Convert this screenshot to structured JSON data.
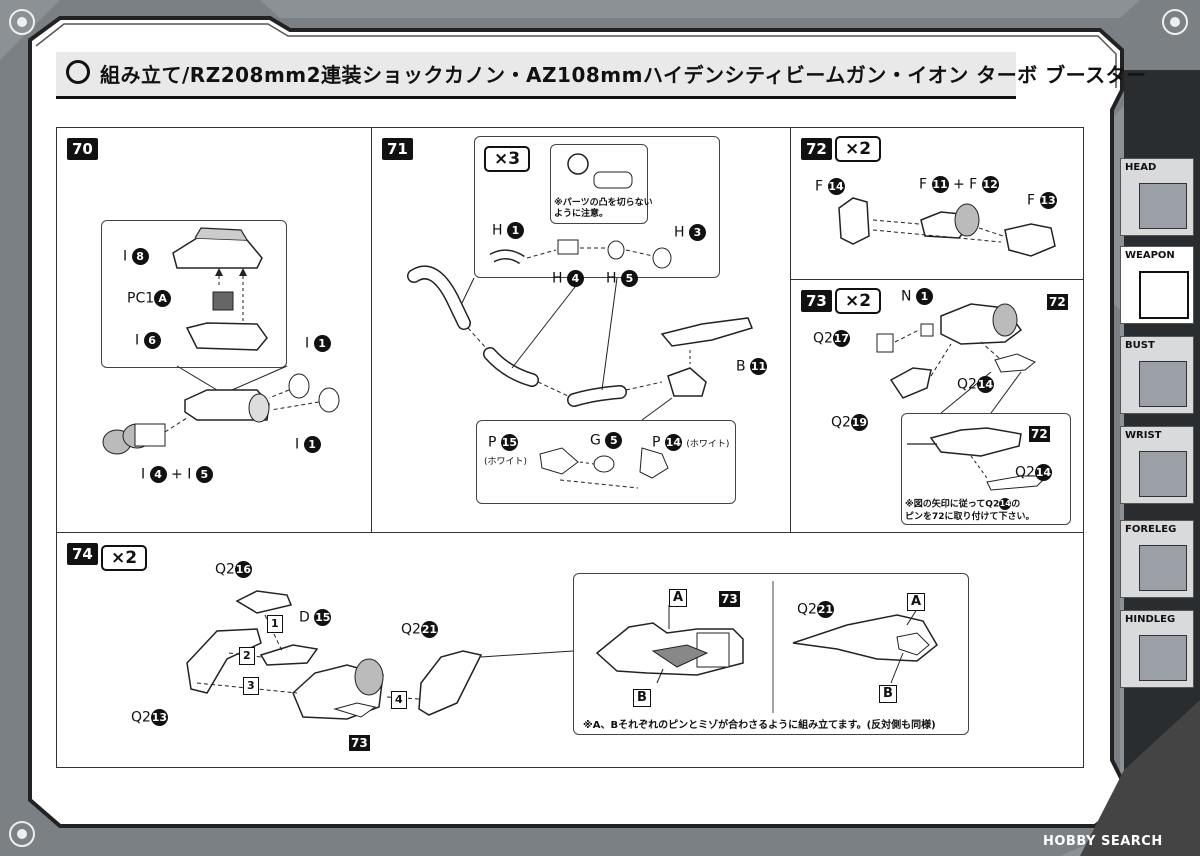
{
  "title": "組み立て/RZ208mm2連装ショックカノン・AZ108mmハイデンシティビームガン・イオン ターボ ブースター",
  "steps": {
    "s70": {
      "num": "70",
      "labels": {
        "i8": "I",
        "i8n": "8",
        "pc1": "PC1",
        "pc1n": "A",
        "i6": "I",
        "i6n": "6",
        "i1a": "I",
        "i1an": "1",
        "i1b": "I",
        "i1bn": "1",
        "i4": "I",
        "i4n": "4",
        "plus": "+",
        "i5": "I",
        "i5n": "5"
      }
    },
    "s71": {
      "num": "71",
      "mult": "×3",
      "note": [
        "※パーツの凸を切らない",
        "ように注意。"
      ],
      "labels": {
        "h1": "H",
        "h1n": "1",
        "h3": "H",
        "h3n": "3",
        "h4": "H",
        "h4n": "4",
        "h5": "H",
        "h5n": "5",
        "b11": "B",
        "b11n": "11",
        "p15": "P",
        "p15n": "15",
        "p15w": "(ホワイト)",
        "g5": "G",
        "g5n": "5",
        "p14": "P",
        "p14n": "14",
        "p14w": "(ホワイト)"
      }
    },
    "s72": {
      "num": "72",
      "mult": "×2",
      "labels": {
        "f14": "F",
        "f14n": "14",
        "f11": "F",
        "f11n": "11",
        "plus": "+",
        "f12": "F",
        "f12n": "12",
        "f13": "F",
        "f13n": "13"
      }
    },
    "s73": {
      "num": "73",
      "mult": "×2",
      "note": [
        "※図の矢印に従ってQ2",
        "ピンを72に取り付けて下さい。"
      ],
      "noteNum": "14",
      "labels": {
        "n1": "N",
        "n1n": "1",
        "ref72a": "72",
        "q17": "Q2",
        "q17n": "17",
        "q14": "Q2",
        "q14n": "14",
        "q19": "Q2",
        "q19n": "19",
        "ref72b": "72",
        "q14b": "Q2",
        "q14bn": "14"
      }
    },
    "s74": {
      "num": "74",
      "mult": "×2",
      "note": "※A、Bそれぞれのピンとミゾが合わさるように組み立てます。(反対側も同様)",
      "labels": {
        "q16": "Q2",
        "q16n": "16",
        "d15": "D",
        "d15n": "15",
        "q21": "Q2",
        "q21n": "21",
        "q13": "Q2",
        "q13n": "13",
        "ref73": "73",
        "o1": "1",
        "o2": "2",
        "o3": "3",
        "o4": "4",
        "a1": "A",
        "ref73b": "73",
        "b1": "B",
        "q21b": "Q2",
        "q21bn": "21",
        "a2": "A",
        "b2": "B"
      }
    }
  },
  "tabs": [
    {
      "label": "HEAD",
      "active": false
    },
    {
      "label": "WEAPON",
      "active": true
    },
    {
      "label": "BUST",
      "active": false
    },
    {
      "label": "WRIST",
      "active": false
    },
    {
      "label": "FORELEG",
      "active": false
    },
    {
      "label": "HINDLEG",
      "active": false
    }
  ],
  "watermark": "HOBBY SEARCH"
}
